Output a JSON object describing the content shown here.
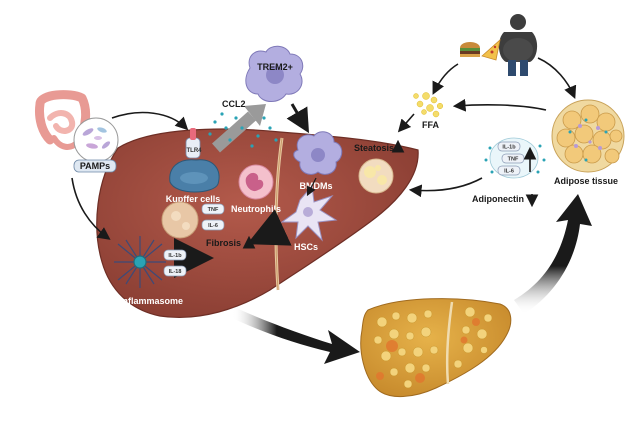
{
  "labels": {
    "trem2": "TREM2+",
    "ccl2": "CCL2",
    "pamps": "PAMPs",
    "tlr4": "TLR4",
    "kupffer": "Kupffer cells",
    "steatosis": "Steatosis",
    "ffa": "FFA",
    "adipose": "Adipose tissue",
    "bmdms": "BMDMs",
    "neutrophils": "Neutrophils",
    "hscs": "HSCs",
    "fibrosis": "Fibrosis",
    "inflammasome": "Inflammasome",
    "adiponectin": "Adiponectin"
  },
  "cytokines": {
    "liver_tnf": "TNF",
    "liver_il6": "IL-6",
    "inflam_il1b": "IL-1b",
    "inflam_il18": "IL-18",
    "adipo_il1b": "IL-1b",
    "adipo_tnf": "TNF",
    "adipo_il6": "IL-6"
  },
  "colors": {
    "liver": "#9e4a3e",
    "liver_dark": "#7a3328",
    "fatty_liver": "#d9a23a",
    "arrow": "#1a1a1a",
    "macrophage": "#b8b4e0",
    "ffa": "#f4dc6a",
    "adipocyte": "#f0c97a"
  }
}
